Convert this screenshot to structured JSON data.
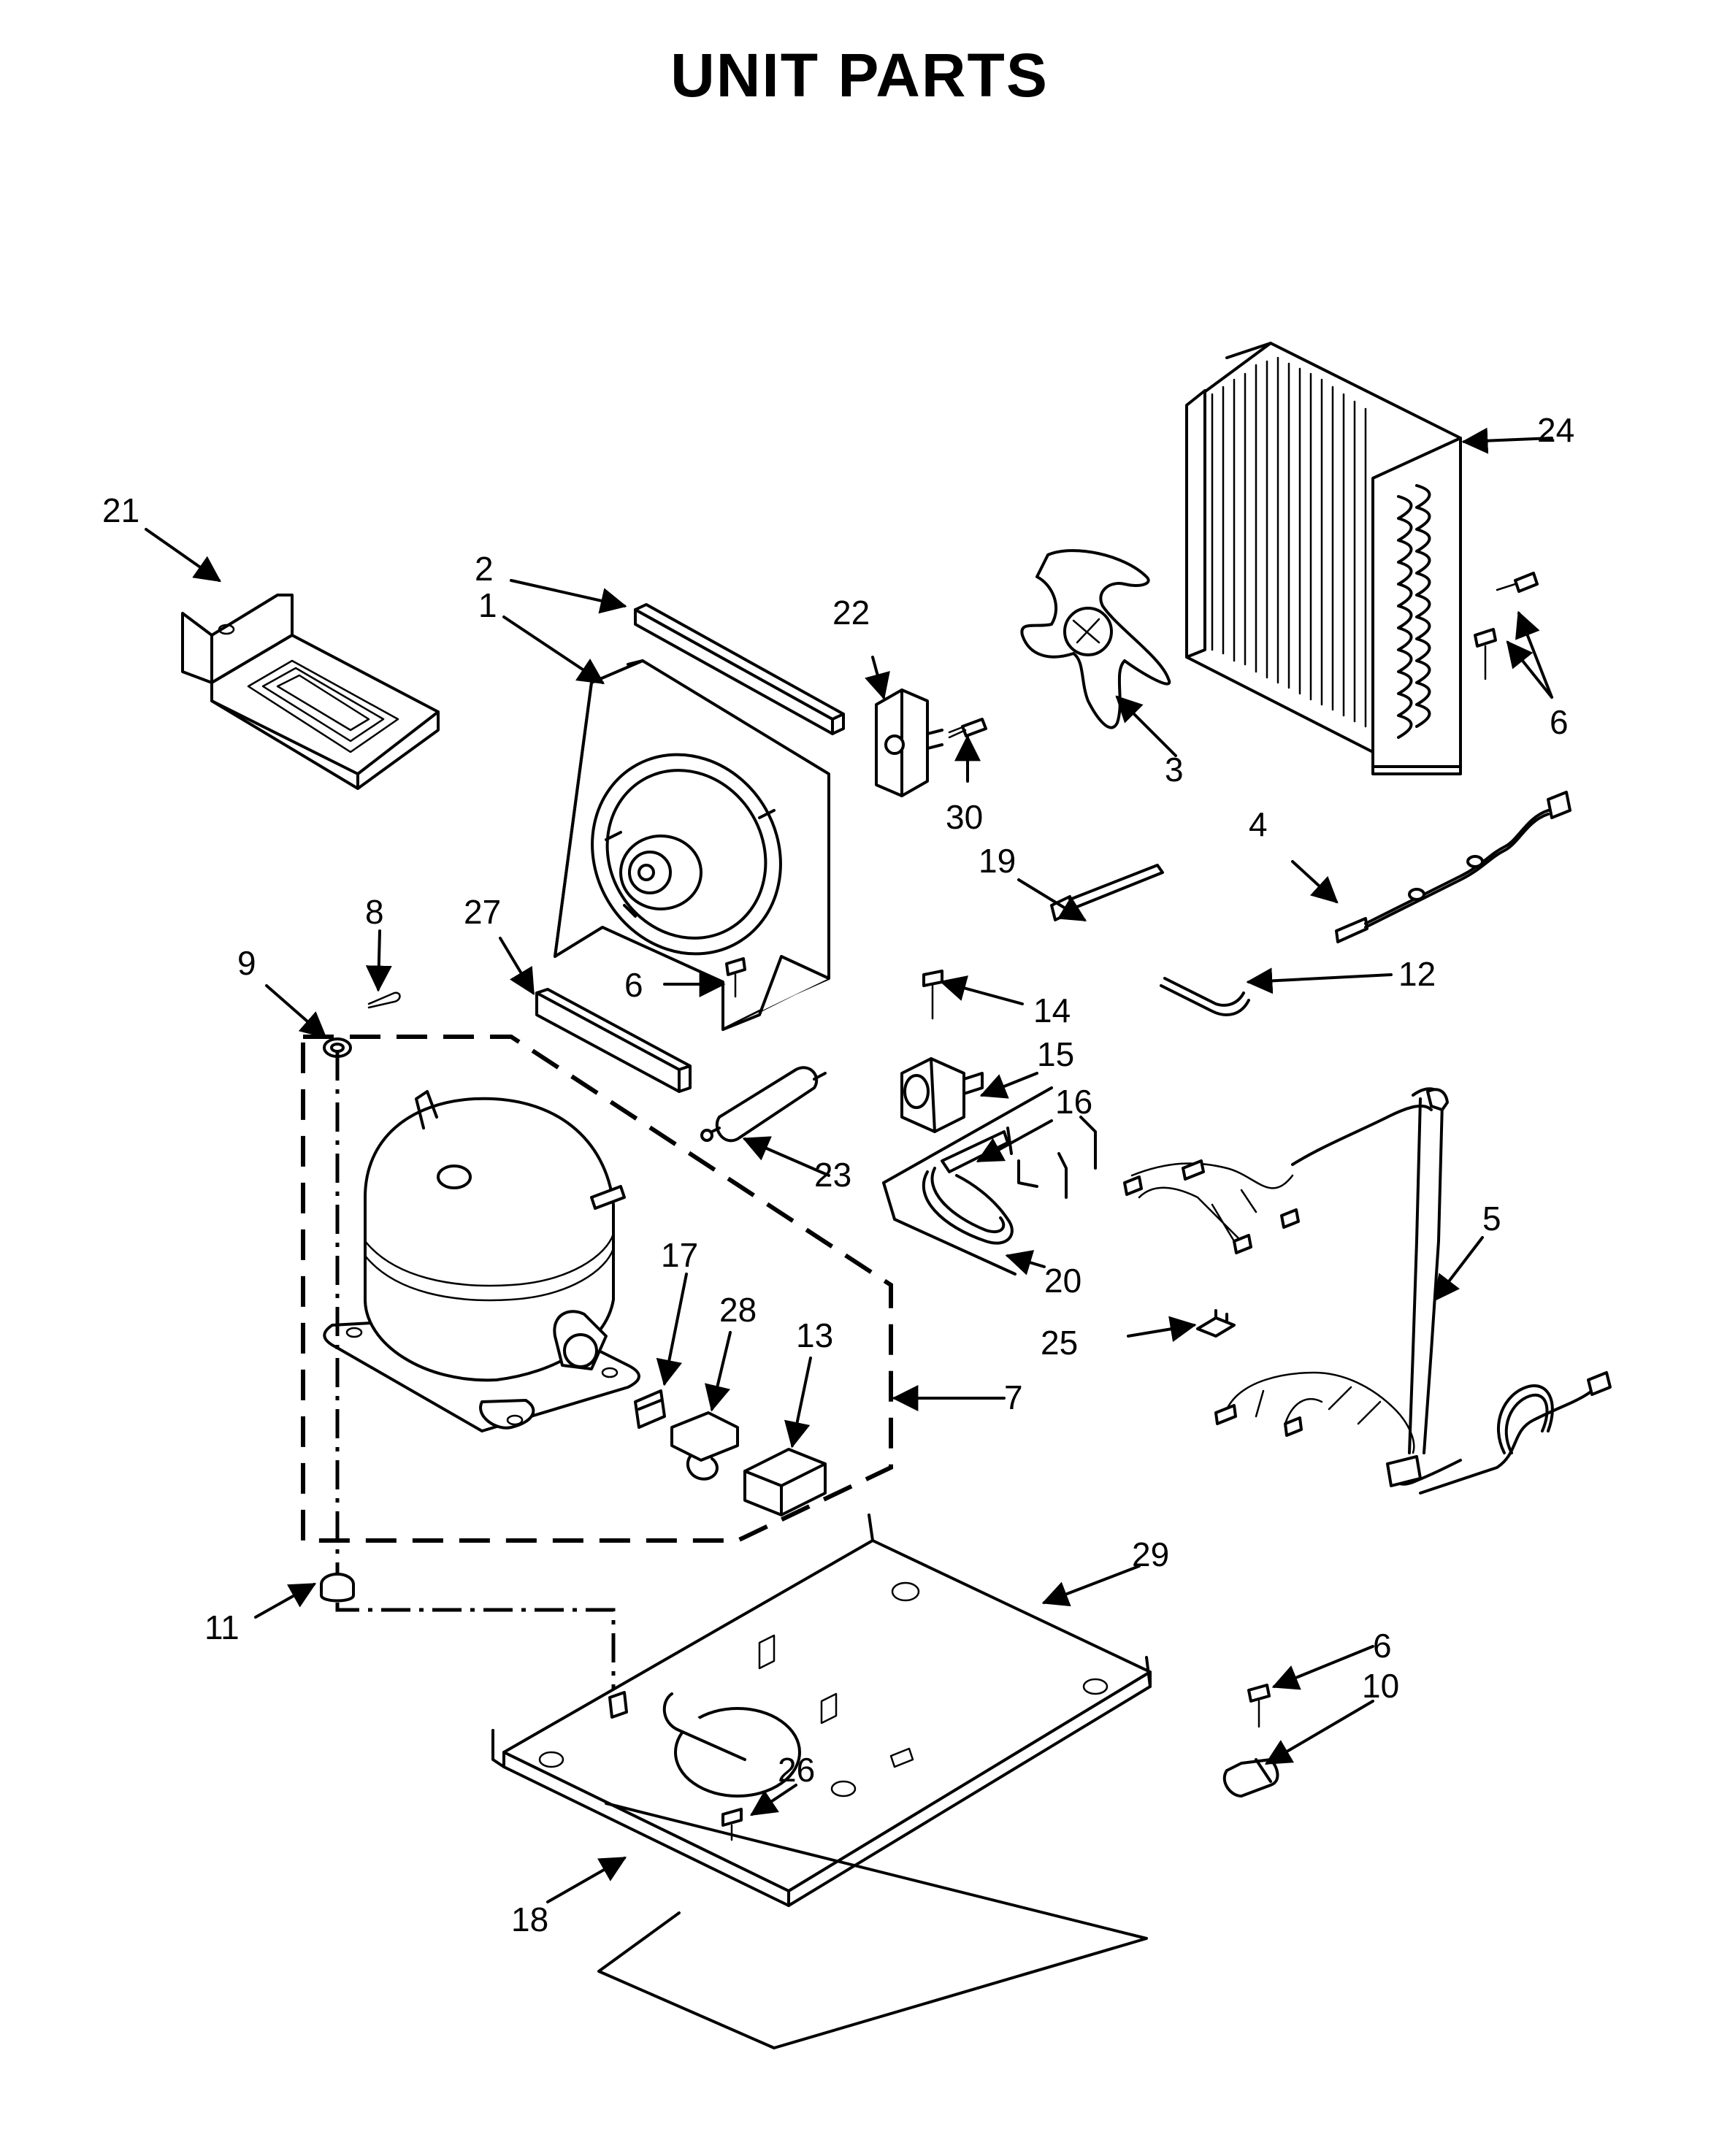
{
  "title": "UNIT  PARTS",
  "callouts": {
    "c1": "1",
    "c2": "2",
    "c3": "3",
    "c4": "4",
    "c5": "5",
    "c6a": "6",
    "c6b": "6",
    "c6c": "6",
    "c7": "7",
    "c8": "8",
    "c9": "9",
    "c10": "10",
    "c11": "11",
    "c12": "12",
    "c13": "13",
    "c14": "14",
    "c15": "15",
    "c16": "16",
    "c17": "17",
    "c18": "18",
    "c19": "19",
    "c20": "20",
    "c21": "21",
    "c22": "22",
    "c23": "23",
    "c24": "24",
    "c25": "25",
    "c26": "26",
    "c27": "27",
    "c28": "28",
    "c29": "29",
    "c30": "30"
  }
}
